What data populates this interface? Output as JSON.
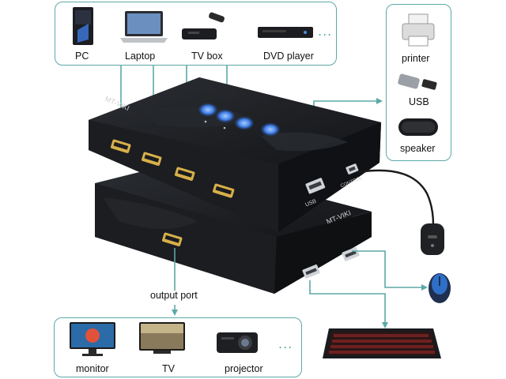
{
  "sources": {
    "items": [
      {
        "label": "PC",
        "icon": "pc-tower-icon"
      },
      {
        "label": "Laptop",
        "icon": "laptop-icon"
      },
      {
        "label": "TV box",
        "icon": "tv-box-icon"
      },
      {
        "label": "DVD player",
        "icon": "dvd-player-icon"
      }
    ],
    "more": "..."
  },
  "peripherals": {
    "items": [
      {
        "label": "printer",
        "icon": "printer-icon"
      },
      {
        "label": "USB",
        "icon": "usb-drive-icon"
      },
      {
        "label": "speaker",
        "icon": "speaker-icon"
      }
    ]
  },
  "switch_top": {
    "brand": "MT-VIKI",
    "port_label_usb": "USB",
    "port_label_control": "CONTROL"
  },
  "switch_bottom": {
    "brand": "MT-VIKI"
  },
  "output": {
    "label": "output port",
    "items": [
      {
        "label": "monitor",
        "icon": "monitor-icon"
      },
      {
        "label": "TV",
        "icon": "tv-icon"
      },
      {
        "label": "projector",
        "icon": "projector-icon"
      }
    ],
    "more": "..."
  },
  "colors": {
    "accent": "#5ca9a6",
    "device_body": "#1b1d20",
    "led_blue": "#3f7fe8",
    "hdmi_gold": "#d8b04a"
  }
}
